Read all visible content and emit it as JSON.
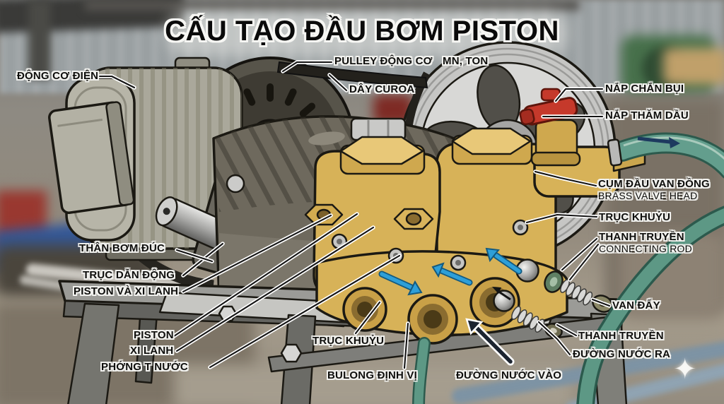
{
  "title": "CẤU TẠO ĐẦU BƠM PISTON",
  "labels": [
    {
      "id": "dong-co-dien",
      "text": "ĐỘNG CƠ ĐIỆN"
    },
    {
      "id": "pulley-dong-co",
      "text": "PULLEY ĐỘNG CƠ"
    },
    {
      "id": "mn-ton",
      "text": "MN, TON"
    },
    {
      "id": "day-curoa",
      "text": "DÂY CUROA"
    },
    {
      "id": "nap-chan-bui",
      "text": "NẮP CHẮN BỤI"
    },
    {
      "id": "nap-tham-dau",
      "text": "NẮP THĂM DẦU"
    },
    {
      "id": "cum-dau-van-dong",
      "text": "CỤM ĐẦU VAN ĐỒNG",
      "sub": "BRASS VALVE HEAD"
    },
    {
      "id": "truc-khuyu-right",
      "text": "TRỤC KHUỶU"
    },
    {
      "id": "thanh-truyen-right",
      "text": "THANH TRUYỀN",
      "sub": "CONNECTING ROD"
    },
    {
      "id": "van-day",
      "text": "VAN ĐẨY"
    },
    {
      "id": "thanh-truyen-bottom",
      "text": "THANH TRUYỀN"
    },
    {
      "id": "duong-nuoc-ra",
      "text": "ĐƯỜNG NƯỚC RA"
    },
    {
      "id": "duong-nuoc-vao",
      "text": "ĐƯỜNG NƯỚC VÀO"
    },
    {
      "id": "bulong-dinh-vi",
      "text": "BULONG ĐỊNH VỊ"
    },
    {
      "id": "truc-khuyu-bottom",
      "text": "TRỤC KHUỶU"
    },
    {
      "id": "phong-t-nuoc",
      "text": "PHỚNG T NƯỚC"
    },
    {
      "id": "xi-lanh",
      "text": "XI LANH"
    },
    {
      "id": "piston",
      "text": "PISTON"
    },
    {
      "id": "piston-va-xi-lanh",
      "text": "PISTON VÀ XI LANH"
    },
    {
      "id": "truc-dan-dong",
      "text": "TRỤC DẪN ĐỘNG"
    },
    {
      "id": "than-bom-duc",
      "text": "THÂN BƠM ĐÚC"
    }
  ],
  "watermark": {
    "glyph": "✦"
  },
  "figure": {
    "type": "labeled-illustration",
    "subject": "piston pump head assembly driven by an electric motor via a v-belt, mounted on a steel bench, with cutaway piston and exploded check-valve parts",
    "parts": [
      "electric-motor",
      "motor-pulley",
      "v-belt",
      "flywheel",
      "cast-crankcase",
      "drive-shaft",
      "red-cutaway-section",
      "piston-and-cylinder",
      "brass-valve-head",
      "unloader-valve-red-lever",
      "chrome-packing-nut",
      "exploded-check-valves",
      "green-water-hose",
      "steel-bench",
      "water-flow-arrows"
    ],
    "colors": {
      "brass": "#d7b258",
      "cutaway_red": "#c5392b",
      "flow_arrow_blue": "#2e9fd8",
      "hose_green": "#5d9885",
      "motor_gray": "#a9a79a",
      "flywheel_silver": "#c6c6c4",
      "label_text": "#0e0e0c",
      "label_outline": "#f2f2ef"
    }
  }
}
